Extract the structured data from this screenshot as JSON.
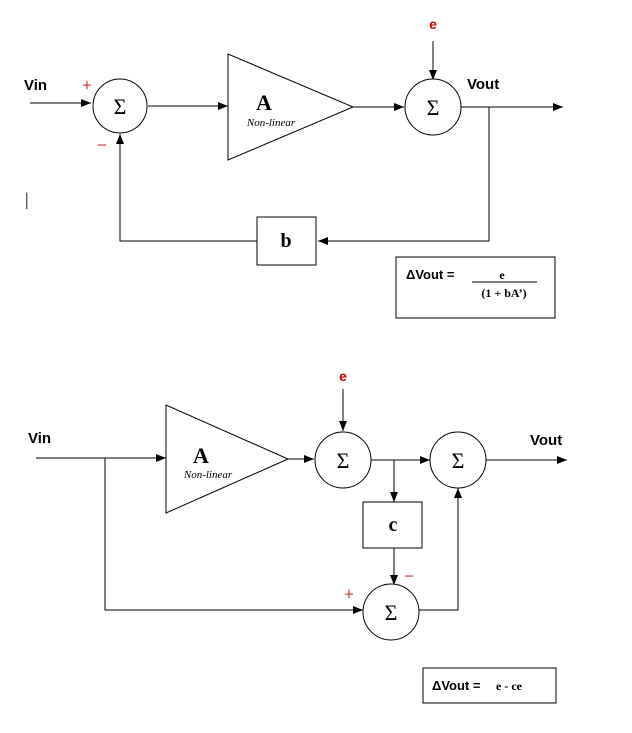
{
  "colors": {
    "stroke": "#000000",
    "accent": "#cc0000",
    "background": "#ffffff"
  },
  "top_diagram": {
    "input_label": "Vin",
    "output_label": "Vout",
    "error_label": "e",
    "sum1": {
      "symbol": "Σ",
      "plus": "+",
      "minus": "−"
    },
    "amplifier": {
      "symbol": "A",
      "caption": "Non-linear"
    },
    "sum2": {
      "symbol": "Σ"
    },
    "feedback_block": "b",
    "cursor_mark": "|",
    "formula": {
      "lhs": "ΔVout =",
      "numerator": "e",
      "denominator": "(1 + bA’)"
    }
  },
  "bottom_diagram": {
    "input_label": "Vin",
    "output_label": "Vout",
    "error_label": "e",
    "amplifier": {
      "symbol": "A",
      "caption": "Non-linear"
    },
    "sum_error": {
      "symbol": "Σ"
    },
    "sum_output": {
      "symbol": "Σ"
    },
    "correction_block": "c",
    "sum_correction": {
      "symbol": "Σ",
      "plus": "+",
      "minus": "−"
    },
    "formula": {
      "lhs": "ΔVout =",
      "rhs": "e - ce"
    }
  }
}
